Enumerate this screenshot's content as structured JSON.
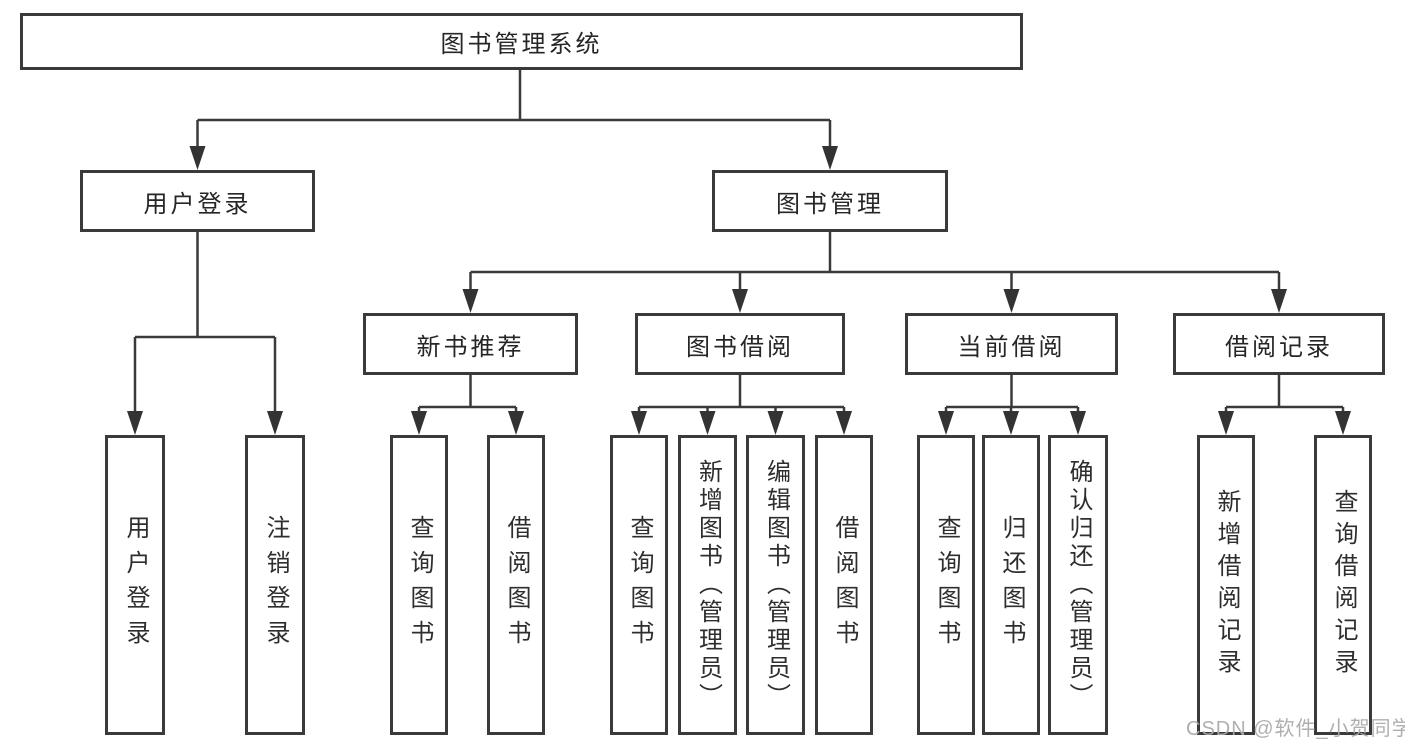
{
  "tree": {
    "root": {
      "label": "图书管理系统"
    },
    "children": [
      {
        "label": "用户登录",
        "children": [
          {
            "label": "用户登录"
          },
          {
            "label": "注销登录"
          }
        ]
      },
      {
        "label": "图书管理",
        "children": [
          {
            "label": "新书推荐",
            "children": [
              {
                "label": "查询图书"
              },
              {
                "label": "借阅图书"
              }
            ]
          },
          {
            "label": "图书借阅",
            "children": [
              {
                "label": "查询图书"
              },
              {
                "label": "新增图书（管理员）"
              },
              {
                "label": "编辑图书（管理员）"
              },
              {
                "label": "借阅图书"
              }
            ]
          },
          {
            "label": "当前借阅",
            "children": [
              {
                "label": "查询图书"
              },
              {
                "label": "归还图书"
              },
              {
                "label": "确认归还（管理员）"
              }
            ]
          },
          {
            "label": "借阅记录",
            "children": [
              {
                "label": "新增借阅记录"
              },
              {
                "label": "查询借阅记录"
              }
            ]
          }
        ]
      }
    ]
  },
  "watermark": "CSDN @软件_小贺同学",
  "colors": {
    "line": "#3a3a3a",
    "box_border": "#3a3a3a",
    "text": "#2e2e2e",
    "watermark": "#a9a9a9",
    "background": "#ffffff"
  }
}
